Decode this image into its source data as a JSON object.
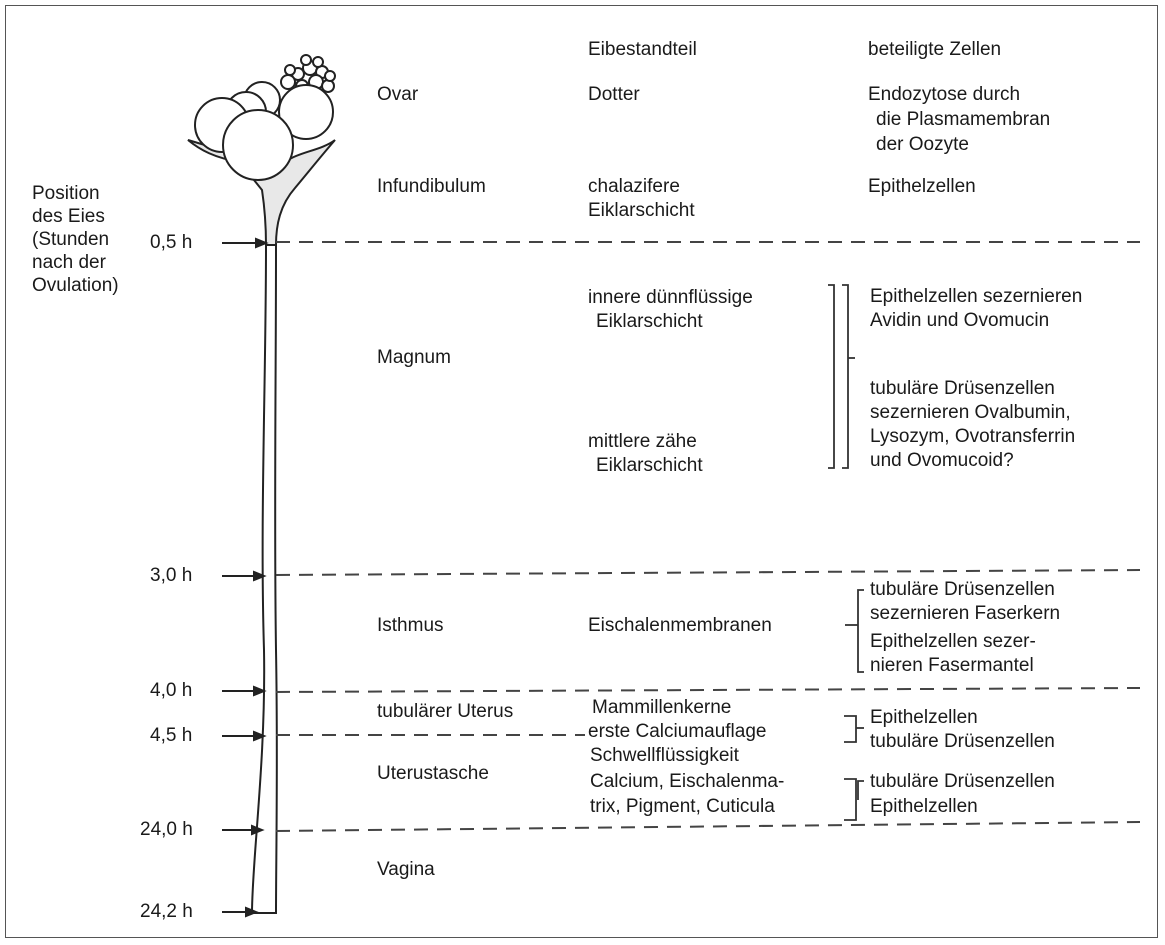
{
  "headers": {
    "component": "Eibestandteil",
    "cells": "beteiligte Zellen"
  },
  "axis_label": [
    "Position",
    "des Eies",
    "(Stunden",
    "nach der",
    "Ovulation)"
  ],
  "times": [
    "0,5 h",
    "3,0 h",
    "4,0 h",
    "4,5 h",
    "24,0 h",
    "24,2 h"
  ],
  "sections": {
    "ovar": {
      "name": "Ovar",
      "component": "Dotter",
      "cells": [
        "Endozytose durch",
        "die Plasmamembran",
        "der Oozyte"
      ]
    },
    "infundibulum": {
      "name": "Infundibulum",
      "component": [
        "chalazifere",
        "Eiklarschicht"
      ],
      "cells": "Epithelzellen"
    },
    "magnum": {
      "name": "Magnum",
      "component_inner": [
        "innere dünnflüssige",
        "Eiklarschicht"
      ],
      "component_middle": [
        "mittlere zähe",
        "Eiklarschicht"
      ],
      "cells_a": [
        "Epithelzellen sezernieren",
        "Avidin und Ovomucin"
      ],
      "cells_b": [
        "tubuläre Drüsenzellen",
        "sezernieren Ovalbumin,",
        "Lysozym, Ovotransferrin",
        "und Ovomucoid?"
      ]
    },
    "isthmus": {
      "name": "Isthmus",
      "component": "Eischalenmembranen",
      "cells": [
        "tubuläre Drüsenzellen",
        "sezernieren Faserkern",
        "Epithelzellen sezer-",
        "nieren Fasermantel"
      ]
    },
    "tub_uterus": {
      "name": "tubulärer Uterus",
      "component": [
        "Mammillenkerne",
        "erste Calciumauflage"
      ],
      "cells": [
        "Epithelzellen",
        "tubuläre Drüsenzellen"
      ]
    },
    "uterustasche": {
      "name": "Uterustasche",
      "component": [
        "Schwellflüssigkeit",
        "Calcium, Eischalenma-",
        "trix, Pigment, Cuticula"
      ],
      "cells": [
        "tubuläre Drüsenzellen",
        "Epithelzellen"
      ]
    },
    "vagina": {
      "name": "Vagina"
    }
  }
}
